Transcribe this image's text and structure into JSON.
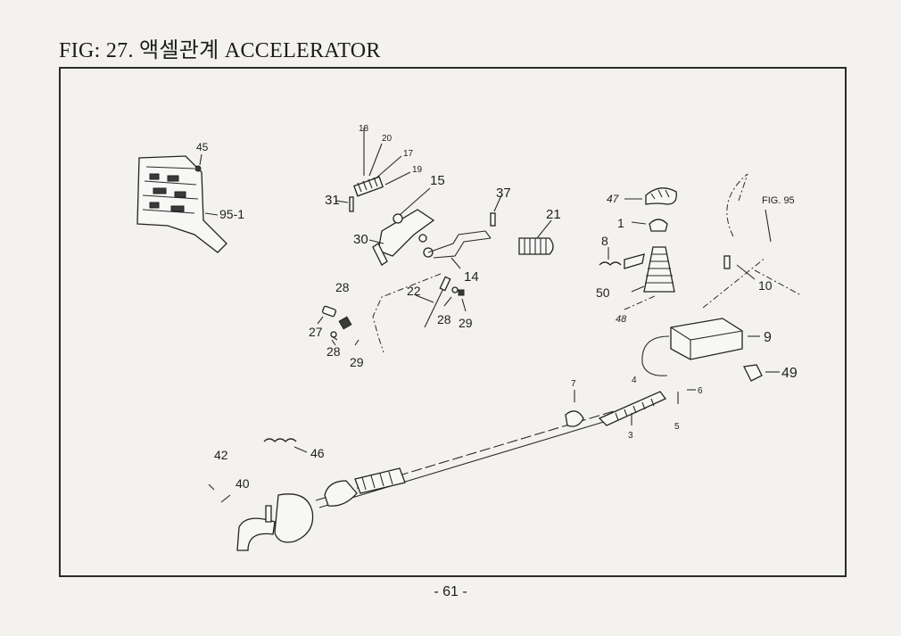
{
  "title": "FIG: 27. 액셀관계 ACCELERATOR",
  "page_number": "- 61 -",
  "callouts": {
    "c45": "45",
    "c95_1": "95-1",
    "c18": "18",
    "c20": "20",
    "c17": "17",
    "c19": "19",
    "c15": "15",
    "c31": "31",
    "c30": "30",
    "c37": "37",
    "c21": "21",
    "c14": "14",
    "c28a": "28",
    "c27": "27",
    "c28b": "28",
    "c29a": "29",
    "c22": "22",
    "c28c": "28",
    "c29b": "29",
    "c47": "47",
    "c1": "1",
    "c8": "8",
    "c50": "50",
    "c48": "48",
    "fig95": "FIG. 95",
    "c10": "10",
    "c9": "9",
    "c49": "49",
    "c4": "4",
    "c6": "6",
    "c5": "5",
    "c7": "7",
    "c3": "3",
    "c42": "42",
    "c40": "40",
    "c46": "46"
  }
}
